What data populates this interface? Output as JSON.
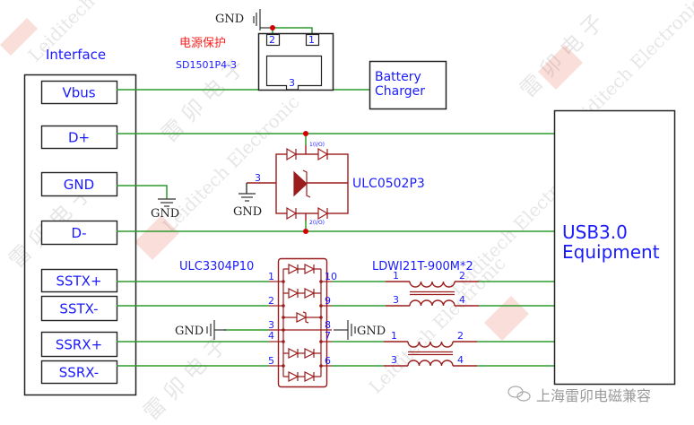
{
  "colors": {
    "wire": "#2e9a2e",
    "component": "#9b1c1c",
    "junction": "#d40000",
    "label": "#1a1aff",
    "box": "#222222",
    "red_label": "#ff2020",
    "watermark": "#c8c8c8"
  },
  "interface": {
    "title": "Interface",
    "pins": [
      {
        "id": "vbus",
        "label": "Vbus"
      },
      {
        "id": "dplus",
        "label": "D+"
      },
      {
        "id": "gnd",
        "label": "GND"
      },
      {
        "id": "dminus",
        "label": "D-"
      },
      {
        "id": "sstxp",
        "label": "SSTX+"
      },
      {
        "id": "sstxn",
        "label": "SSTX-"
      },
      {
        "id": "ssrxp",
        "label": "SSRX+"
      },
      {
        "id": "ssrxn",
        "label": "SSRX-"
      }
    ]
  },
  "power_protection": {
    "title": "电源保护",
    "part": "SD1501P4-3",
    "pins": [
      "2",
      "1",
      "3"
    ],
    "gnd_label": "GND"
  },
  "battery_charger": {
    "line1": "Battery",
    "line2": "Charger"
  },
  "esd_dplus_dminus": {
    "part": "ULC0502P3",
    "pin1": "1(I/O)",
    "pin2": "2(I/O)",
    "pin3": "3",
    "gnd_label": "GND"
  },
  "interface_gnd_label": "GND",
  "esd_ss": {
    "part": "ULC3304P10",
    "left_pins": [
      "1",
      "2",
      "3",
      "4",
      "5"
    ],
    "right_pins": [
      "10",
      "9",
      "8",
      "7",
      "6"
    ],
    "gnd_left": "GND",
    "gnd_right": "GND"
  },
  "common_mode_choke": {
    "part": "LDWI21T-900M*2",
    "pins": [
      "1",
      "2",
      "3",
      "4"
    ]
  },
  "usb_equipment": {
    "line1": "USB3.0",
    "line2": "Equipment"
  },
  "footer": {
    "wechat_icon": "wechat-icon",
    "account": "上海雷卯电磁兼容"
  },
  "watermark": {
    "brand": "Leiditech Electronic",
    "chars": "雷 卯 电 子"
  }
}
